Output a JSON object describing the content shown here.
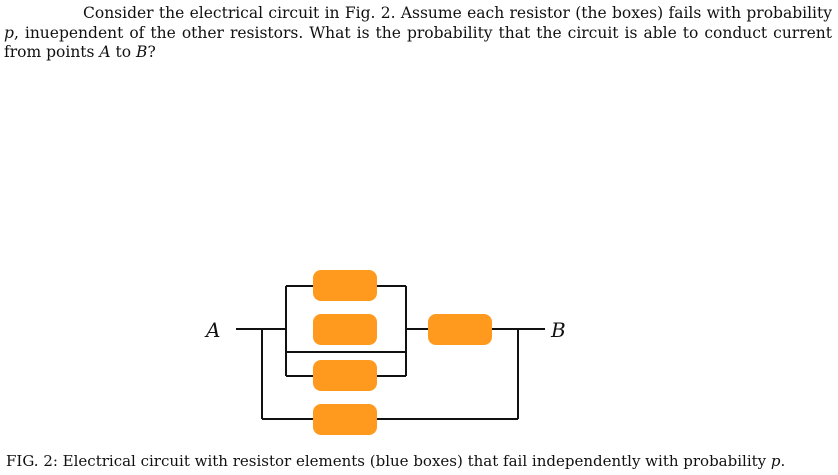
{
  "question": {
    "part1": "Consider the electrical circuit in Fig. 2. Assume each resistor (the boxes) fails with probability ",
    "var_p": "p",
    "part2": ", inuependent of the other resistors. What is the probability that the circuit is able to conduct current from points ",
    "var_a": "A",
    "part3": " to ",
    "var_b": "B",
    "part4": "?"
  },
  "circuit": {
    "node_a": "A",
    "node_b": "B",
    "resistor_color": "#FF9A1F",
    "wire_color": "#111111"
  },
  "caption": {
    "text": "FIG. 2: Electrical circuit with resistor elements (blue boxes) that fail independently with probability ",
    "var_p": "p",
    "end": "."
  }
}
